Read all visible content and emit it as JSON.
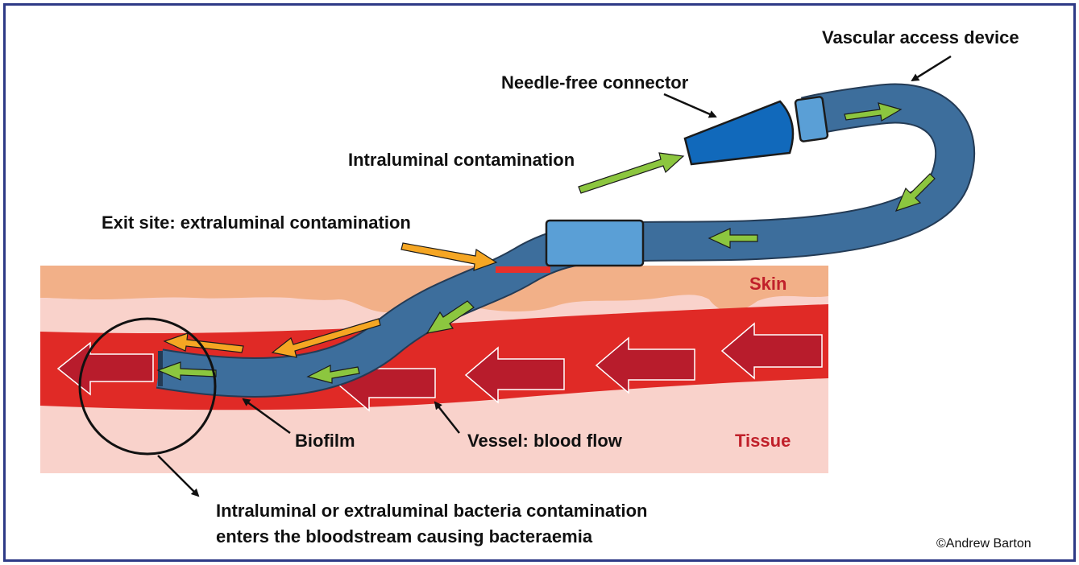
{
  "labels": {
    "vascular_access_device": "Vascular access device",
    "needle_free_connector": "Needle-free connector",
    "intraluminal_contamination": "Intraluminal contamination",
    "exit_site": "Exit site: extraluminal contamination",
    "skin": "Skin",
    "tissue": "Tissue",
    "biofilm": "Biofilm",
    "vessel": "Vessel: blood flow",
    "caption_line1": "Intraluminal or extraluminal bacteria contamination",
    "caption_line2": "enters the bloodstream causing bacteraemia",
    "copyright": "©Andrew Barton"
  },
  "colors": {
    "frame": "#2e3a86",
    "skin": "#f2b088",
    "tissue": "#f9d2cb",
    "vessel": "#e02a26",
    "blood_arrow": "#b81c2c",
    "catheter": "#3d6e9c",
    "connector": "#1169bb",
    "hub": "#5a9fd6",
    "green_arrow": "#8cc63f",
    "orange_arrow": "#f5a623",
    "exit_mark": "#e8302a",
    "label_red": "#c0202a"
  },
  "icons": [
    "green-flow-arrow",
    "orange-contamination-arrow",
    "blood-flow-arrow",
    "pointer-arrow",
    "highlight-circle"
  ]
}
